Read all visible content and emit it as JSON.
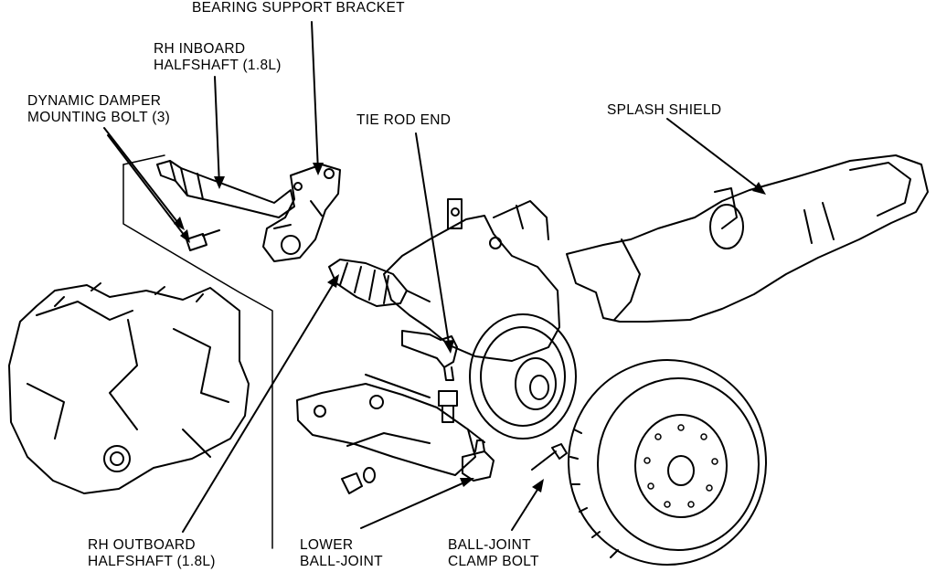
{
  "labels": {
    "bearing_support_bracket": "BEARING SUPPORT BRACKET",
    "rh_inboard_halfshaft": [
      "RH INBOARD",
      "HALFSHAFT (1.8L)"
    ],
    "dynamic_damper_bolt": [
      "DYNAMIC DAMPER",
      "MOUNTING BOLT (3)"
    ],
    "tie_rod_end": "TIE ROD END",
    "splash_shield": "SPLASH SHIELD",
    "rh_outboard_halfshaft": [
      "RH OUTBOARD",
      "HALFSHAFT (1.8L)"
    ],
    "lower_ball_joint": [
      "LOWER",
      "BALL-JOINT"
    ],
    "ball_joint_clamp_bolt": [
      "BALL-JOINT",
      "CLAMP BOLT"
    ]
  }
}
